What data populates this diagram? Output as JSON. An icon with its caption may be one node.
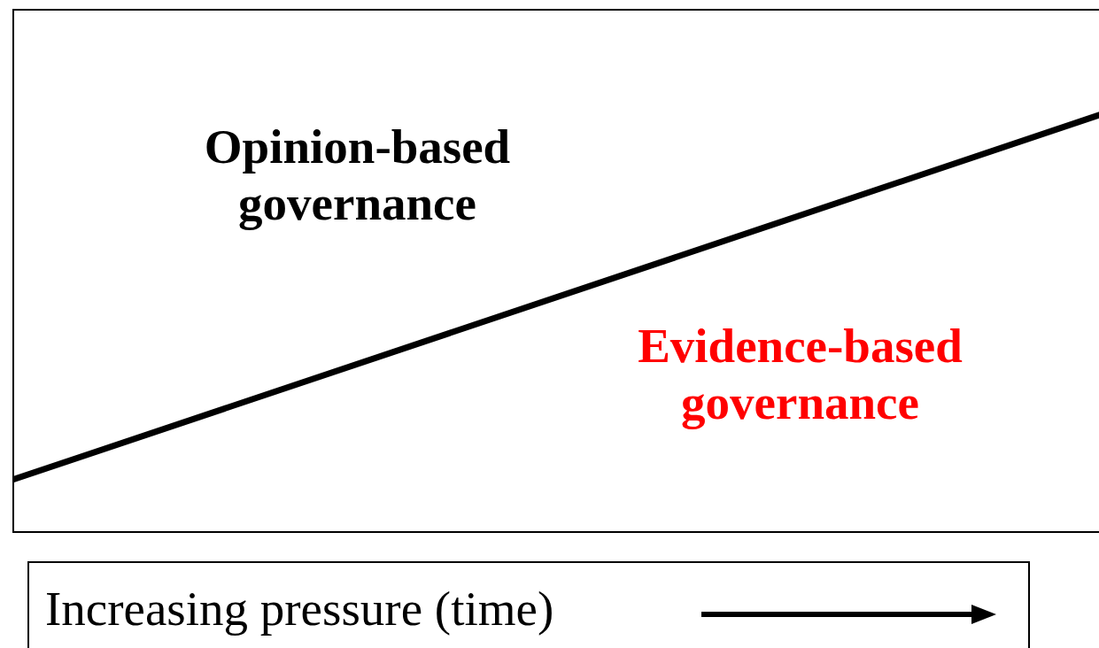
{
  "diagram": {
    "nodes": [
      {
        "text": [
          "Opinion-based governance",
          "Evidence-based governance"
        ]
      },
      {
        "text": [
          "Increasing pressure (time)"
        ]
      }
    ]
  }
}
